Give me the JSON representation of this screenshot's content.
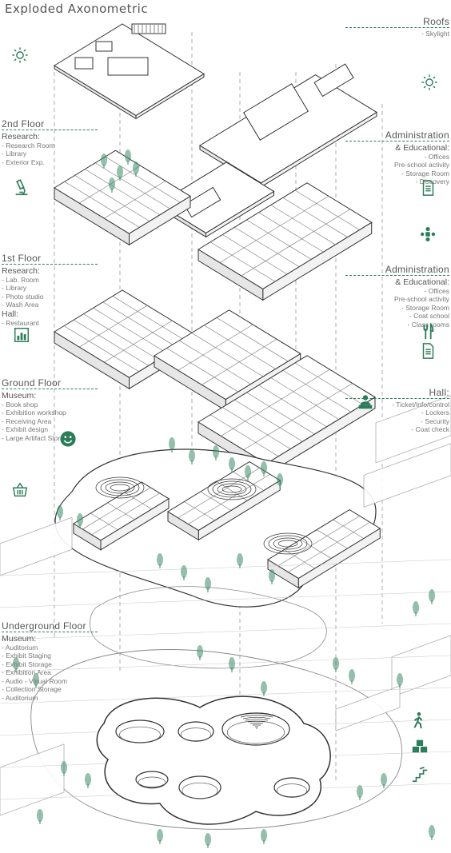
{
  "title": "Exploded Axonometric",
  "colors": {
    "accent": "#2e7d5a",
    "line": "#333333",
    "tree": "#3b8a66"
  },
  "left": [
    {
      "key": "second",
      "head": "2nd Floor",
      "groups": [
        {
          "sub": "Research:",
          "items": [
            "- Research Room",
            "- Library",
            "- Exterior Exp."
          ]
        }
      ]
    },
    {
      "key": "first",
      "head": "1st Floor",
      "groups": [
        {
          "sub": "Research:",
          "items": [
            "- Lab. Room",
            "- Library",
            "- Photo studio",
            "- Wash Area"
          ]
        },
        {
          "sub": "Hall:",
          "items": [
            "- Restaurant"
          ]
        }
      ]
    },
    {
      "key": "ground",
      "head": "Ground Floor",
      "groups": [
        {
          "sub": "Museum:",
          "items": [
            "- Book shop",
            "- Exhibition workshop",
            "- Receiving Area",
            "- Exhibit design",
            "- Large Artifact Storage"
          ]
        }
      ]
    },
    {
      "key": "under",
      "head": "Underground Floor",
      "groups": [
        {
          "sub": "Museum:",
          "items": [
            "- Auditorium",
            "- Exhibit Staging",
            "- Exhibit Storage",
            "- Exhibition Area",
            "- Audio - Visual Room",
            "- Collection Storage",
            "- Auditorium"
          ]
        }
      ]
    }
  ],
  "right": [
    {
      "key": "roofs",
      "head": "Roofs",
      "groups": [
        {
          "sub": "",
          "items": [
            "- Skylight"
          ]
        }
      ]
    },
    {
      "key": "admin2",
      "head": "Administration",
      "groups": [
        {
          "sub": "& Educational:",
          "items": [
            "- Offices",
            "Pre-school activity",
            "- Storage Room",
            "- Discovery"
          ]
        }
      ]
    },
    {
      "key": "admin1",
      "head": "Administration",
      "groups": [
        {
          "sub": "& Educational:",
          "items": [
            "- Offices",
            "Pre-school activity",
            "- Storage Room",
            "- Coat school",
            "- Class rooms"
          ]
        }
      ]
    },
    {
      "key": "hall",
      "head": "Hall:",
      "groups": [
        {
          "sub": "",
          "items": [
            "- Ticket/Info/control",
            "- Lockers",
            "- Security",
            "- Coat check"
          ]
        }
      ]
    }
  ],
  "icons": [
    {
      "name": "sun-icon"
    },
    {
      "name": "sun-icon"
    },
    {
      "name": "microscope-icon"
    },
    {
      "name": "document-icon"
    },
    {
      "name": "people-icon"
    },
    {
      "name": "chart-icon"
    },
    {
      "name": "cutlery-icon"
    },
    {
      "name": "document-icon"
    },
    {
      "name": "reception-icon"
    },
    {
      "name": "smile-icon"
    },
    {
      "name": "basket-icon"
    },
    {
      "name": "walker-icon"
    },
    {
      "name": "boxes-icon"
    },
    {
      "name": "stairs-icon"
    }
  ]
}
